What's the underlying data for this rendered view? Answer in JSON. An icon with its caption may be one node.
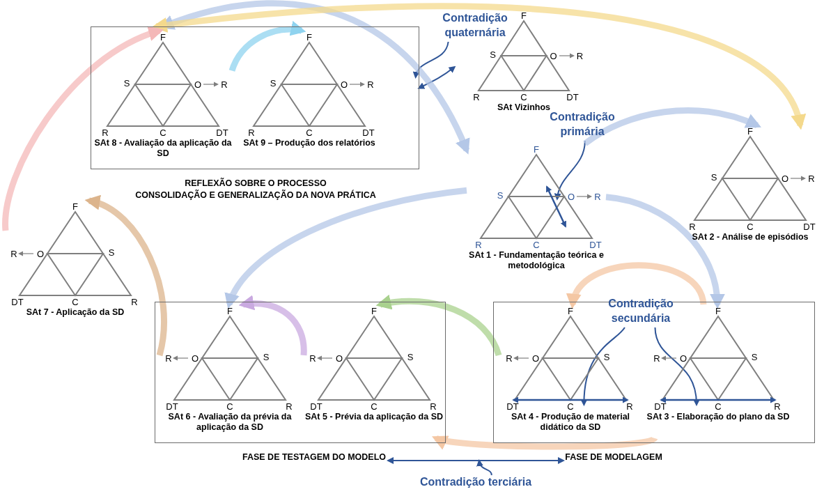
{
  "diagram": {
    "nodes": [
      {
        "text": [
          "REFLEXÃO SOBRE O PROCESSO",
          "CONSOLIDAÇÃO E GENERALIZAÇÃO DA NOVA PRÁTICA"
        ]
      },
      {
        "text": [
          "F",
          "S",
          "O",
          "R",
          "R",
          "C",
          "DT",
          "SAt 8 - Avaliação da aplicação da SD"
        ],
        "in": 0
      },
      {
        "text": [
          "F",
          "S",
          "O",
          "R",
          "R",
          "C",
          "DT",
          "SAt 9 – Produção dos relatórios"
        ],
        "in": 0
      },
      {
        "text": [
          "F",
          "S",
          "O",
          "R",
          "R",
          "C",
          "DT",
          "SAt Vizinhos"
        ]
      },
      {
        "text": [
          "F",
          "S",
          "O",
          "R",
          "R",
          "C",
          "DT",
          "SAt 1 - Fundamentação teórica e metodológica"
        ]
      },
      {
        "text": [
          "F",
          "S",
          "O",
          "R",
          "R",
          "C",
          "DT",
          "SAt 2 - Análise de episódios"
        ]
      },
      {
        "text": [
          "F",
          "R",
          "O",
          "S",
          "DT",
          "C",
          "R",
          "SAt 7 - Aplicação da SD"
        ]
      },
      {
        "text": [
          "FASE DE TESTAGEM DO MODELO"
        ]
      },
      {
        "text": [
          "F",
          "R",
          "O",
          "S",
          "DT",
          "C",
          "R",
          "SAt 6 - Avaliação da prévia da aplicação da SD"
        ],
        "in": 7
      },
      {
        "text": [
          "F",
          "R",
          "O",
          "S",
          "DT",
          "C",
          "R",
          "SAt 5 - Prévia da aplicação da SD"
        ],
        "in": 7
      },
      {
        "text": [
          "FASE DE MODELAGEM"
        ]
      },
      {
        "text": [
          "F",
          "R",
          "O",
          "S",
          "DT",
          "C",
          "R",
          "SAt 4 - Produção de material didático da SD"
        ],
        "in": 10
      },
      {
        "text": [
          "F",
          "R",
          "O",
          "S",
          "DT",
          "C",
          "R",
          "SAt 3 - Elaboração do plano da SD"
        ],
        "in": 10
      },
      {
        "text": [
          "Contradição quaternária"
        ]
      },
      {
        "text": [
          "Contradição primária"
        ]
      },
      {
        "text": [
          "Contradição secundária"
        ]
      },
      {
        "text": [
          "Contradição terciária"
        ]
      }
    ],
    "edges": [
      {
        "from": 13,
        "to": 0,
        "arrow": "to"
      },
      {
        "from": 0,
        "to": 3,
        "arrow": "both"
      },
      {
        "from": 14,
        "to": 4,
        "arrow": "to"
      },
      {
        "from": 15,
        "to": 11,
        "arrow": "to"
      },
      {
        "from": 15,
        "to": 12,
        "arrow": "to"
      },
      {
        "from": 16,
        "to": null,
        "arrow": "to"
      },
      {
        "from": 7,
        "to": 10,
        "arrow": "both"
      },
      {
        "from": 4,
        "to": 0,
        "arrow": "both",
        "color": "#b4c7e7"
      },
      {
        "from": 5,
        "to": 0,
        "arrow": "both",
        "color": "#f4d98c"
      },
      {
        "from": 4,
        "to": 5,
        "arrow": "to",
        "color": "#b4c7e7"
      },
      {
        "from": 4,
        "to": 12,
        "arrow": "to",
        "color": "#b4c7e7"
      },
      {
        "from": 4,
        "to": 8,
        "arrow": "to",
        "color": "#b4c7e7"
      },
      {
        "from": 12,
        "to": 11,
        "arrow": "to",
        "color": "#f4c7a4"
      },
      {
        "from": 12,
        "to": 9,
        "arrow": "to",
        "color": "#f4c7a4"
      },
      {
        "from": 11,
        "to": 9,
        "arrow": "to",
        "color": "#a9d18e"
      },
      {
        "from": 9,
        "to": 8,
        "arrow": "to",
        "color": "#c9a9e0"
      },
      {
        "from": 8,
        "to": 6,
        "arrow": "to",
        "color": "#dcb48c"
      },
      {
        "from": 6,
        "to": 1,
        "arrow": "to",
        "color": "#f4b8b8"
      },
      {
        "from": 1,
        "to": 2,
        "arrow": "to",
        "color": "#8fd3ef"
      }
    ]
  }
}
